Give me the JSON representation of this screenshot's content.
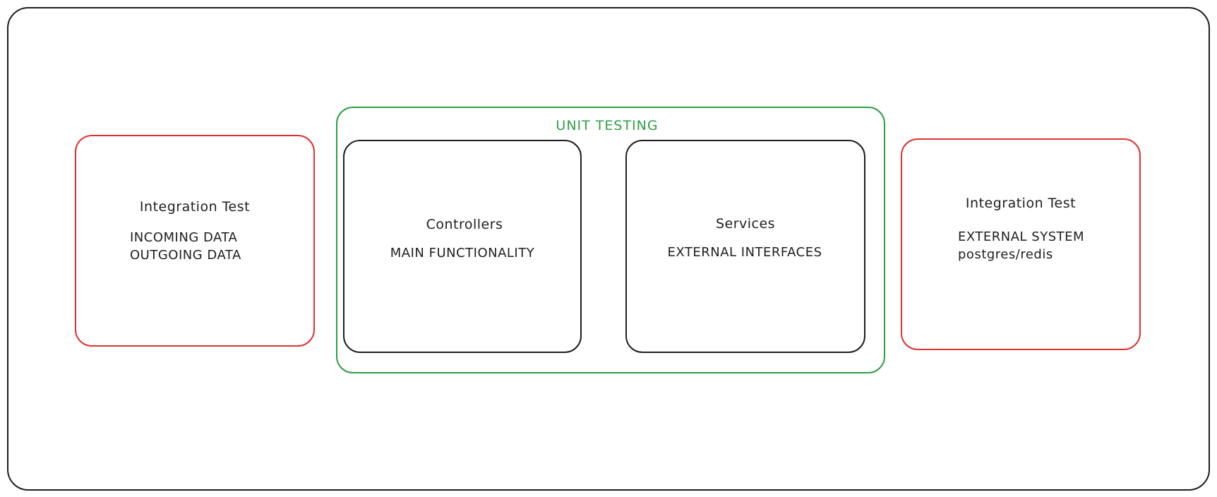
{
  "diagram": {
    "colors": {
      "frame": "#1e1e1e",
      "integration": "#e03131",
      "unit": "#2f9e44",
      "component": "#1e1e1e"
    },
    "left_integration": {
      "title": "Integration Test",
      "line1": "INCOMING DATA",
      "line2": "OUTGOING DATA"
    },
    "unit_testing": {
      "label": "UNIT TESTING",
      "controllers": {
        "title": "Controllers",
        "subtitle": "MAIN FUNCTIONALITY"
      },
      "services": {
        "title": "Services",
        "subtitle": "EXTERNAL INTERFACES"
      }
    },
    "right_integration": {
      "title": "Integration Test",
      "line1": "EXTERNAL SYSTEM",
      "line2": "postgres/redis"
    }
  }
}
